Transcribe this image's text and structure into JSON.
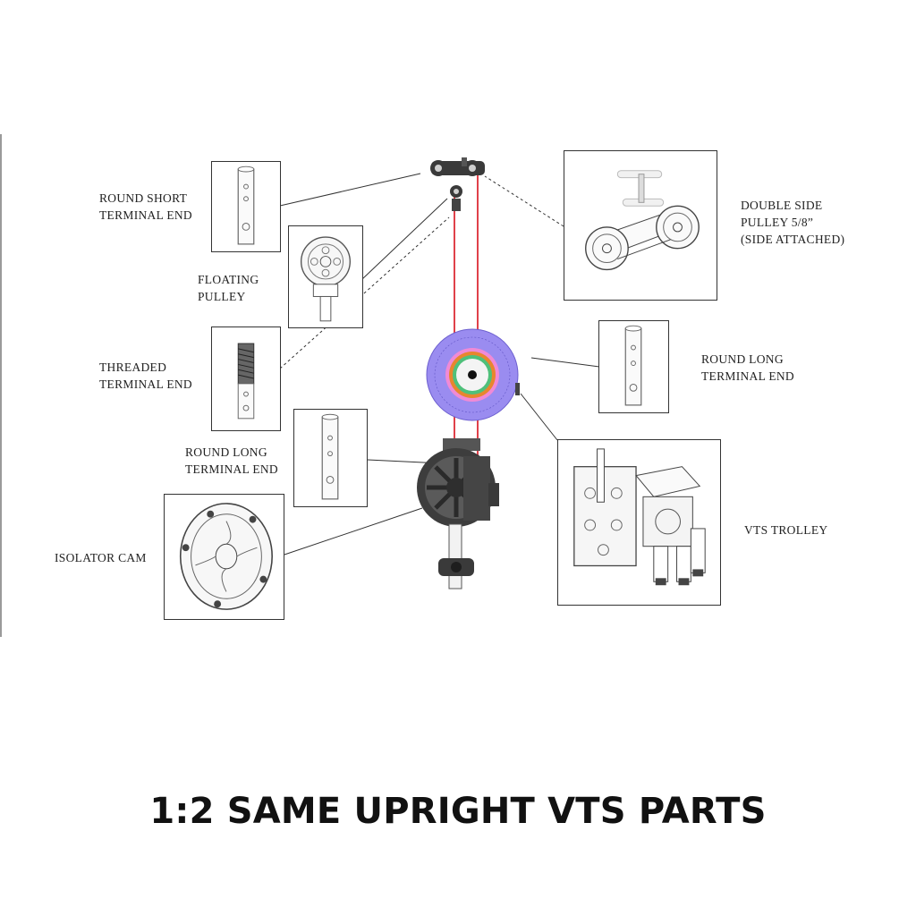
{
  "labels": {
    "round_short": [
      "ROUND SHORT",
      "TERMINAL END"
    ],
    "floating_pulley": [
      "FLOATING",
      "PULLEY"
    ],
    "threaded": [
      "THREADED",
      "TERMINAL END"
    ],
    "round_long_left": [
      "ROUND LONG",
      "TERMINAL END"
    ],
    "isolator_cam": [
      "ISOLATOR CAM"
    ],
    "double_side": [
      "DOUBLE SIDE",
      "PULLEY 5/8”",
      "(SIDE ATTACHED)"
    ],
    "round_long_right": [
      "ROUND LONG",
      "TERMINAL END"
    ],
    "vts_trolley": [
      "VTS TROLLEY"
    ]
  },
  "caption": "1:2 SAME UPRIGHT VTS PARTS",
  "colors": {
    "cable": "#e0414a",
    "disk_outer": "#9a8cf0",
    "disk_ring_pink": "#f08ad6",
    "disk_ring_orange": "#e8862e",
    "disk_ring_green": "#4fc07a",
    "disk_center": "#f4f4f4",
    "hardware": "#3a3a3a"
  }
}
